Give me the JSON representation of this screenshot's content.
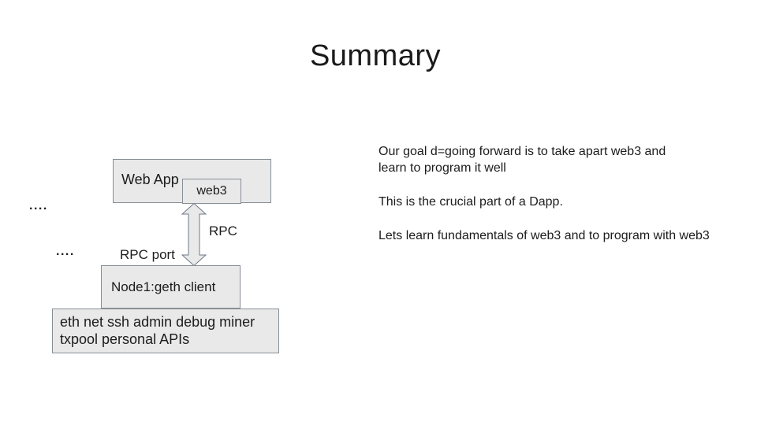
{
  "slide": {
    "title": "Summary",
    "colors": {
      "background": "#ffffff",
      "text": "#1c1c1c",
      "box_fill": "#e9e9e9",
      "box_border": "#878e95",
      "arrow_fill": "#e9e9e9",
      "arrow_border": "#6e7a87"
    }
  },
  "diagram": {
    "dots_upper": "....",
    "dots_lower": "....",
    "web_app_label": "Web App",
    "web3_label": "web3",
    "rpc_label": "RPC",
    "rpc_port_label": "RPC port",
    "node1_label": "Node1:geth client",
    "apis_line1": "eth net ssh admin debug miner",
    "apis_line2": "txpool personal APIs"
  },
  "notes": {
    "para1_line1": "Our goal d=going forward is to take apart web3 and",
    "para1_line2": "learn to program it well",
    "para2": "This is the crucial part of a Dapp.",
    "para3": "Lets learn fundamentals of web3 and to program with web3"
  }
}
